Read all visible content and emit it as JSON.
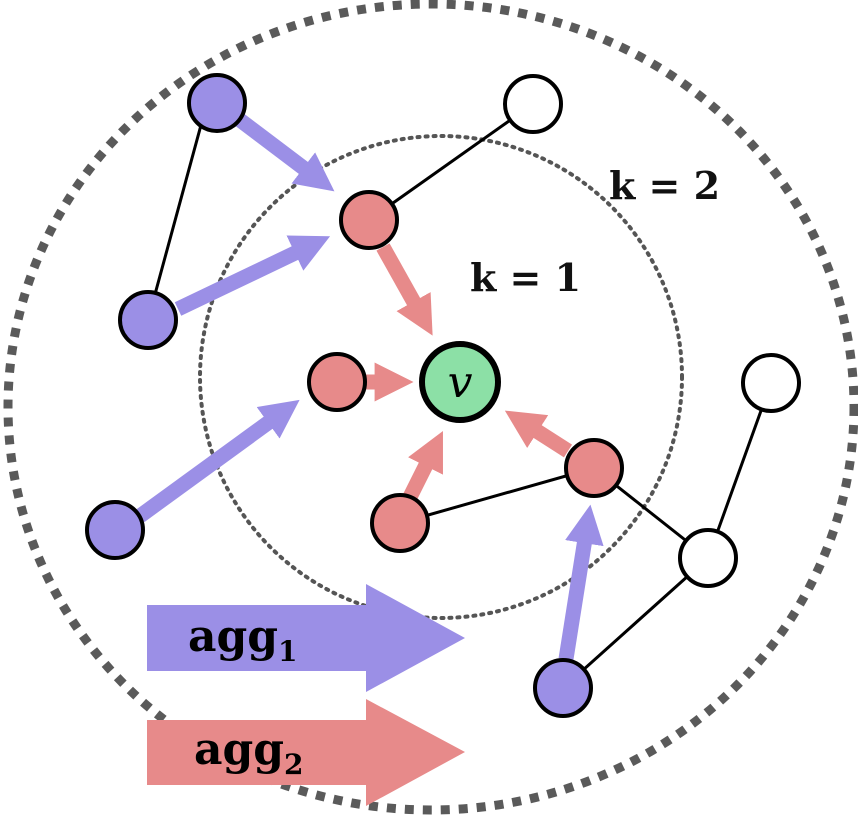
{
  "diagram": {
    "center_node_label": "v",
    "rings": [
      {
        "id": "k1",
        "label": "k = 1"
      },
      {
        "id": "k2",
        "label": "k = 2"
      }
    ],
    "legend": [
      {
        "id": "agg1",
        "label": "agg",
        "subscript": "1",
        "color": "#9b8fe6"
      },
      {
        "id": "agg2",
        "label": "agg",
        "subscript": "2",
        "color": "#e78a8a"
      }
    ],
    "colors": {
      "hop2_node": "#9b8fe6",
      "hop1_node": "#e78a8a",
      "center_node": "#8ce0a6",
      "other_node": "#ffffff",
      "agg1_arrow": "#9b8fe6",
      "agg2_arrow": "#e78a8a"
    }
  }
}
